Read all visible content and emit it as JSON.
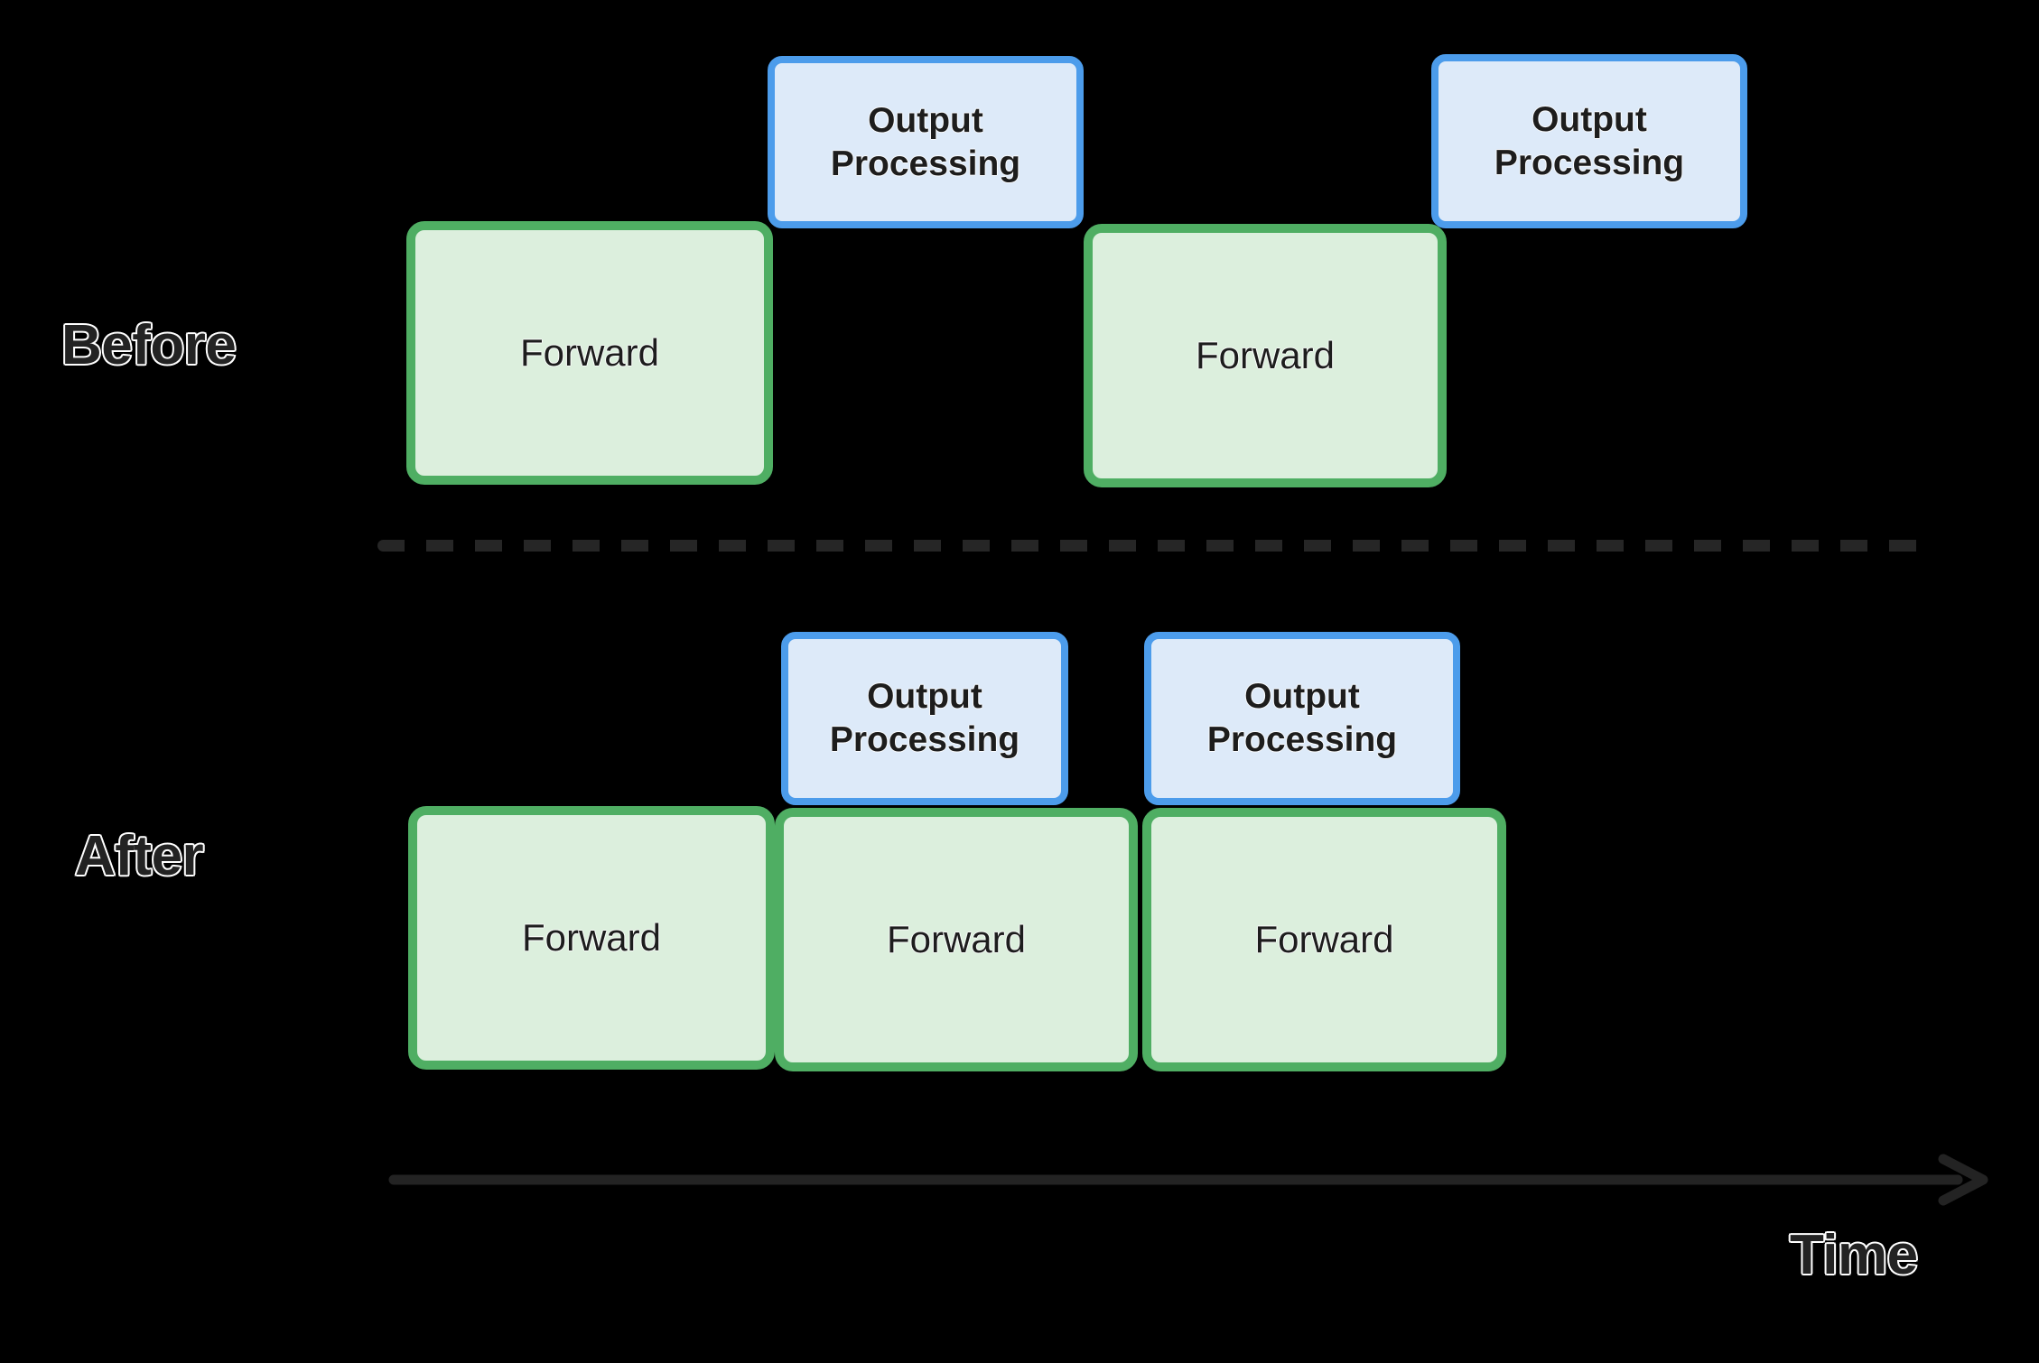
{
  "diagram": {
    "title_present": false,
    "background_color": "#000000",
    "colors": {
      "forward_fill": "#dcefdd",
      "forward_border": "#4fae63",
      "output_fill": "#ddeaf9",
      "output_border": "#4c9ceb",
      "label_text": "#232323",
      "label_outline": "#ffffff",
      "divider": "#262626",
      "axis": "#232323"
    },
    "rows": [
      {
        "id": "before",
        "label": "Before",
        "output_blocks": [
          {
            "label_line1": "Output",
            "label_line2": "Processing"
          },
          {
            "label_line1": "Output",
            "label_line2": "Processing"
          }
        ],
        "forward_blocks": [
          {
            "label": "Forward"
          },
          {
            "label": "Forward"
          }
        ]
      },
      {
        "id": "after",
        "label": "After",
        "output_blocks": [
          {
            "label_line1": "Output",
            "label_line2": "Processing"
          },
          {
            "label_line1": "Output",
            "label_line2": "Processing"
          }
        ],
        "forward_blocks": [
          {
            "label": "Forward"
          },
          {
            "label": "Forward"
          },
          {
            "label": "Forward"
          }
        ]
      }
    ],
    "axis": {
      "label": "Time",
      "direction": "left-to-right"
    }
  }
}
